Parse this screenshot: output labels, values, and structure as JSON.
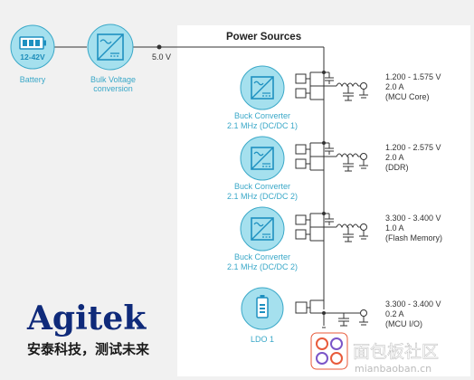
{
  "battery": {
    "voltage": "12-42V",
    "label": "Battery"
  },
  "bulk": {
    "label_line1": "Bulk Voltage",
    "label_line2": "conversion"
  },
  "bus": {
    "voltage": "5.0 V"
  },
  "panel": {
    "title": "Power Sources"
  },
  "rails": [
    {
      "name_line1": "Buck Converter",
      "name_line2": "2.1 MHz (DC/DC 1)",
      "voltage": "1.200 - 1.575 V",
      "current": "2.0 A",
      "load": "(MCU Core)"
    },
    {
      "name_line1": "Buck Converter",
      "name_line2": "2.1 MHz (DC/DC 2)",
      "voltage": "1.200 - 2.575 V",
      "current": "2.0 A",
      "load": "(DDR)"
    },
    {
      "name_line1": "Buck Converter",
      "name_line2": "2.1 MHz (DC/DC 2)",
      "voltage": "3.300 - 3.400 V",
      "current": "1.0 A",
      "load": "(Flash Memory)"
    }
  ],
  "ldo": {
    "label": "LDO 1",
    "voltage": "3.300 - 3.400 V",
    "current": "0.2 A",
    "load": "(MCU I/O)"
  },
  "logo": {
    "wordmark": "Agitek",
    "slogan": "安泰科技，测试未来"
  },
  "watermark": {
    "text": "面包板社区",
    "url": "mianbaoban.cn"
  }
}
